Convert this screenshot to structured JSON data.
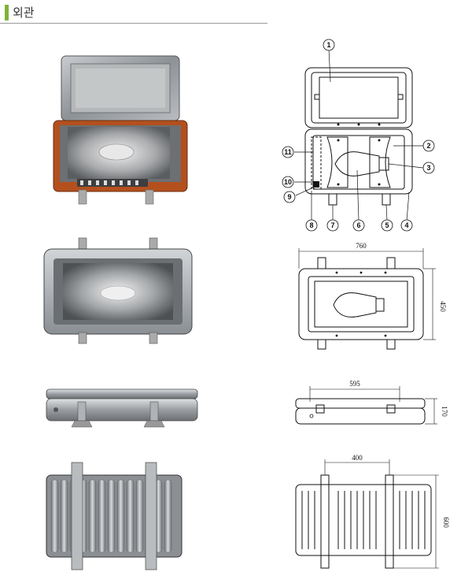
{
  "header": {
    "title": "외관"
  },
  "drawing": {
    "callouts": [
      "1",
      "2",
      "3",
      "4",
      "5",
      "6",
      "7",
      "8",
      "9",
      "10",
      "11"
    ],
    "dimensions": {
      "front_width": "760",
      "front_height": "450",
      "side_width": "595",
      "side_height": "170",
      "back_width": "400",
      "back_height": "600"
    }
  },
  "colors": {
    "accent": "#7fb23a",
    "steel": "#9aa0a6",
    "housing_orange": "#b4501e"
  }
}
